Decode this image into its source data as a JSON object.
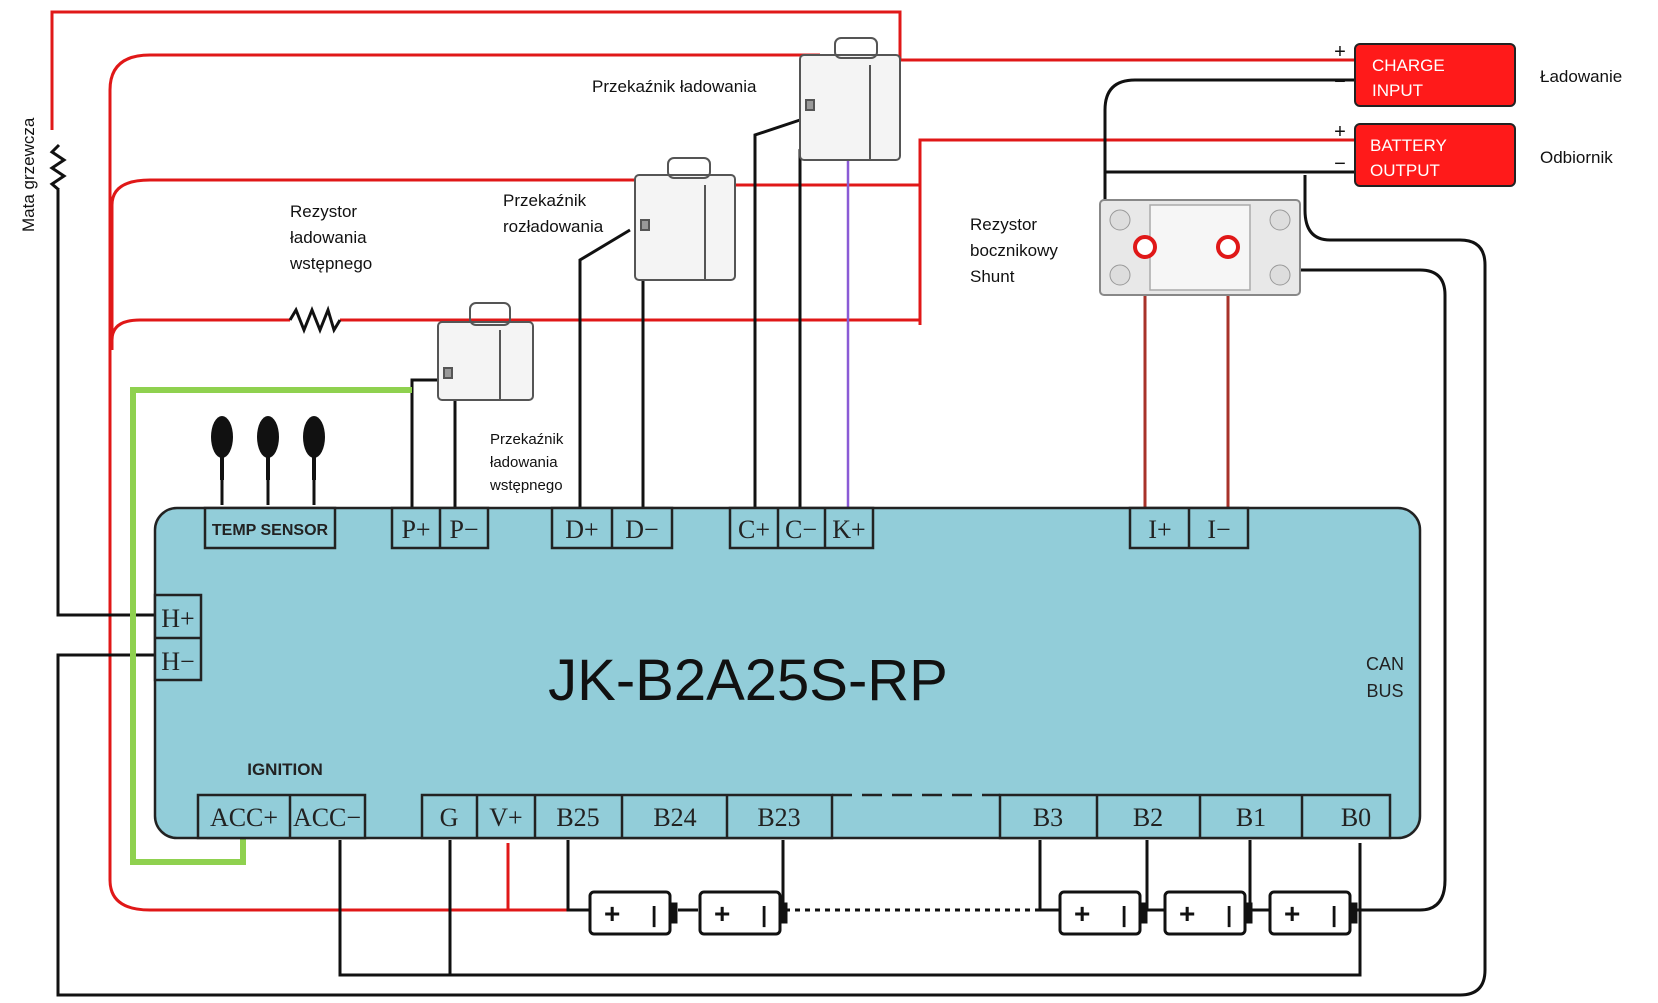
{
  "diagram": {
    "board_title": "JK-B2A25S-RP",
    "can_bus": [
      "CAN",
      "BUS"
    ],
    "ignition": "IGNITION",
    "temp_sensor": "TEMP SENSOR",
    "terminals": {
      "p_plus": "P+",
      "p_minus": "P−",
      "d_plus": "D+",
      "d_minus": "D−",
      "c_plus": "C+",
      "c_minus": "C−",
      "k_plus": "K+",
      "i_plus": "I+",
      "i_minus": "I−",
      "h_plus": "H+",
      "h_minus": "H−",
      "acc_plus": "ACC+",
      "acc_minus": "ACC−",
      "g": "G",
      "v_plus": "V+",
      "b25": "B25",
      "b24": "B24",
      "b23": "B23",
      "b3": "B3",
      "b2": "B2",
      "b1": "B1",
      "b0": "B0"
    },
    "labels": {
      "mata_grzewcza": "Mata grzewcza",
      "przekaznik_ladowania": "Przekaźnik ładowania",
      "przekaznik_rozladowania": [
        "Przekaźnik",
        "rozładowania"
      ],
      "rezystor_ladowania": [
        "Rezystor",
        "ładowania",
        "wstępnego"
      ],
      "przekaznik_ladowania_wstepnego": [
        "Przekaźnik",
        "ładowania",
        "wstępnego"
      ],
      "rezystor_bocznikowy": [
        "Rezystor",
        "bocznikowy",
        "Shunt"
      ],
      "ladowanie": "Ładowanie",
      "odbiornik": "Odbiornik"
    },
    "charge_input": {
      "lines": [
        "CHARGE",
        "INPUT"
      ],
      "plus": "+",
      "minus": "−"
    },
    "battery_output": {
      "lines": [
        "BATTERY",
        "OUTPUT"
      ],
      "plus": "+",
      "minus": "−"
    },
    "colors": {
      "board": "#92cdd9",
      "wire_red": "#e01818",
      "wire_black": "#111111",
      "wire_green": "#8fd14f",
      "wire_purple": "#8a5bd6",
      "wire_brown": "#a8322a",
      "terminal_box": "#ff1a1a"
    }
  }
}
